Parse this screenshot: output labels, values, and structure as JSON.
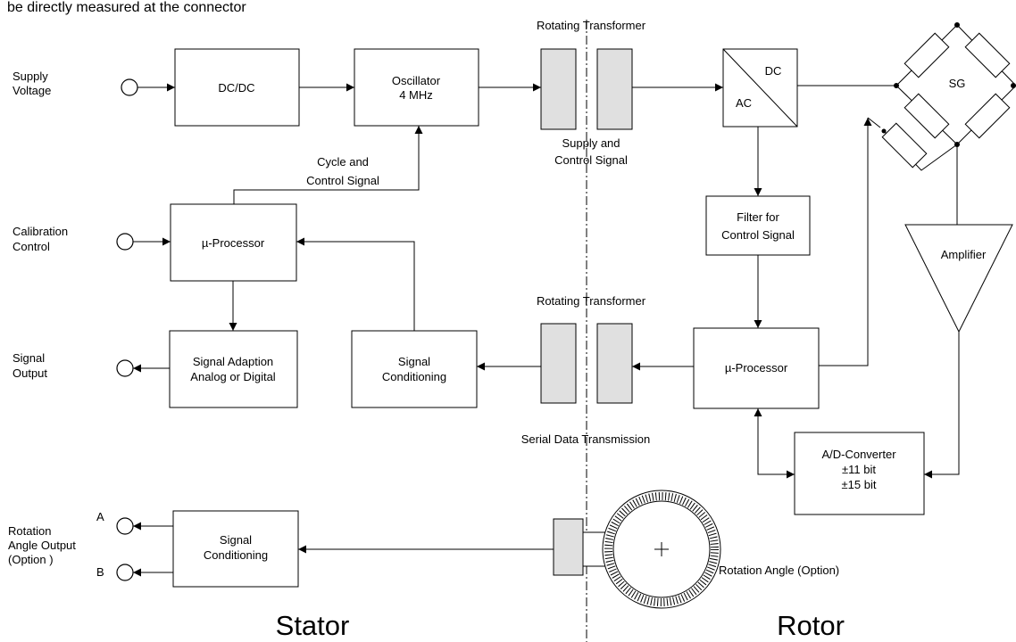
{
  "header_fragment": "be directly measured at the connector",
  "inputs": {
    "supply": [
      "Supply",
      "Voltage"
    ],
    "calibration": [
      "Calibration",
      "Control"
    ],
    "signal_out": [
      "Signal",
      "Output"
    ],
    "rotation_out": [
      "Rotation",
      "Angle Output",
      "(Option )"
    ],
    "channel_a": "A",
    "channel_b": "B"
  },
  "blocks": {
    "dcdc": [
      "DC/DC"
    ],
    "oscillator": [
      "Oscillator",
      "4 MHz"
    ],
    "mp_stator": [
      "µ-Processor"
    ],
    "adaption": [
      "Signal Adaption",
      "Analog or Digital"
    ],
    "cond_mid": [
      "Signal",
      "Conditioning"
    ],
    "cond_low": [
      "Signal",
      "Conditioning"
    ],
    "filter": [
      "Filter for",
      "Control Signal"
    ],
    "mp_rotor": [
      "µ-Processor"
    ],
    "adc": [
      "A/D-Converter",
      "±11 bit",
      "±15 bit"
    ],
    "rect_dc": "DC",
    "rect_ac": "AC",
    "amplifier": "Amplifier",
    "sg": "SG"
  },
  "labels": {
    "rot_trans_top": "Rotating Transformer",
    "supply_ctrl": [
      "Supply and",
      "Control Signal"
    ],
    "cycle_ctrl": [
      "Cycle and",
      "Control Signal"
    ],
    "rot_trans_mid": "Rotating Transformer",
    "serial": "Serial Data Transmission",
    "rot_angle": "Rotation Angle (Option)"
  },
  "sections": {
    "stator": "Stator",
    "rotor": "Rotor"
  }
}
